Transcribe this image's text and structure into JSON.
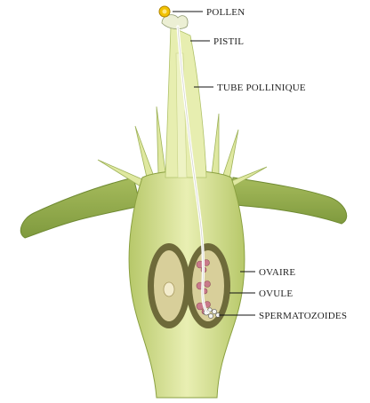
{
  "labels": {
    "pollen": "POLLEN",
    "pistil": "PISTIL",
    "tube": "TUBE POLLINIQUE",
    "ovaire": "OVAIRE",
    "ovule": "OVULE",
    "spermatozoides": "SPERMATOZOIDES"
  },
  "colors": {
    "leaf": "#8fa84a",
    "flesh": "#dce69a",
    "flesh_light": "#eef3c0",
    "stamen": "#e2e9a8",
    "ovary_dark": "#6e6a3a",
    "ovary_inner": "#d8cf9a",
    "ovule_pink": "#c97a8a",
    "pollen": "#f2c200",
    "tube": "#ffffff"
  }
}
